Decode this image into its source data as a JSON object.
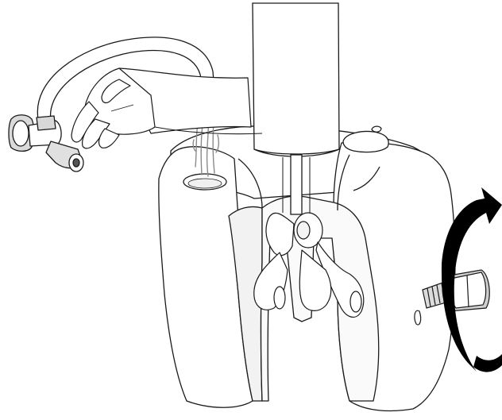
{
  "illustration": {
    "stroke_color": "#1a1a1a",
    "fill_color": "#ffffff",
    "shade_color": "#e6e6e6",
    "rotation_arrow_color": "#000000",
    "water_color": "#8a8a8a",
    "parts": [
      "wall-faucet",
      "flexible-hose",
      "hand",
      "water-stream",
      "blender-shaft",
      "pump-housing-cutaway",
      "impeller",
      "drain-valve",
      "rotation-arrow"
    ]
  }
}
